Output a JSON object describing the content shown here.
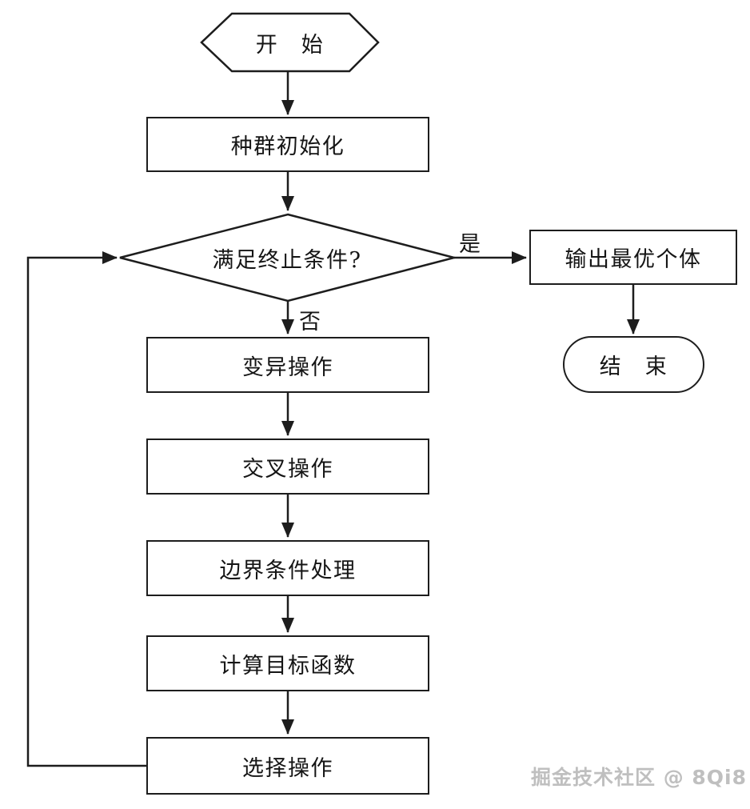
{
  "flowchart": {
    "nodes": {
      "start": {
        "label": "开　始",
        "shape": "hexagon"
      },
      "init": {
        "label": "种群初始化",
        "shape": "rect"
      },
      "condition": {
        "label": "满足终止条件?",
        "shape": "diamond"
      },
      "output": {
        "label": "输出最优个体",
        "shape": "rect"
      },
      "end": {
        "label": "结　束",
        "shape": "stadium"
      },
      "mutation": {
        "label": "变异操作",
        "shape": "rect"
      },
      "crossover": {
        "label": "交叉操作",
        "shape": "rect"
      },
      "boundary": {
        "label": "边界条件处理",
        "shape": "rect"
      },
      "objective": {
        "label": "计算目标函数",
        "shape": "rect"
      },
      "selection": {
        "label": "选择操作",
        "shape": "rect"
      }
    },
    "edge_labels": {
      "yes": "是",
      "no": "否"
    },
    "colors": {
      "line": "#1d1d1d",
      "text": "#151515",
      "background": "#ffffff",
      "watermark": "#bfbfbf"
    }
  },
  "watermark": {
    "text": "掘金技术社区 @ 8Qi8"
  }
}
